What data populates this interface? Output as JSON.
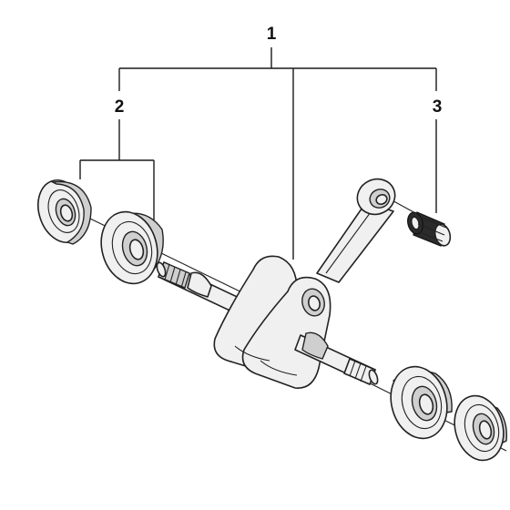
{
  "callouts": {
    "crankshaft_assembly": "1",
    "ball_bearings": "2",
    "needle_bearing": "3"
  }
}
